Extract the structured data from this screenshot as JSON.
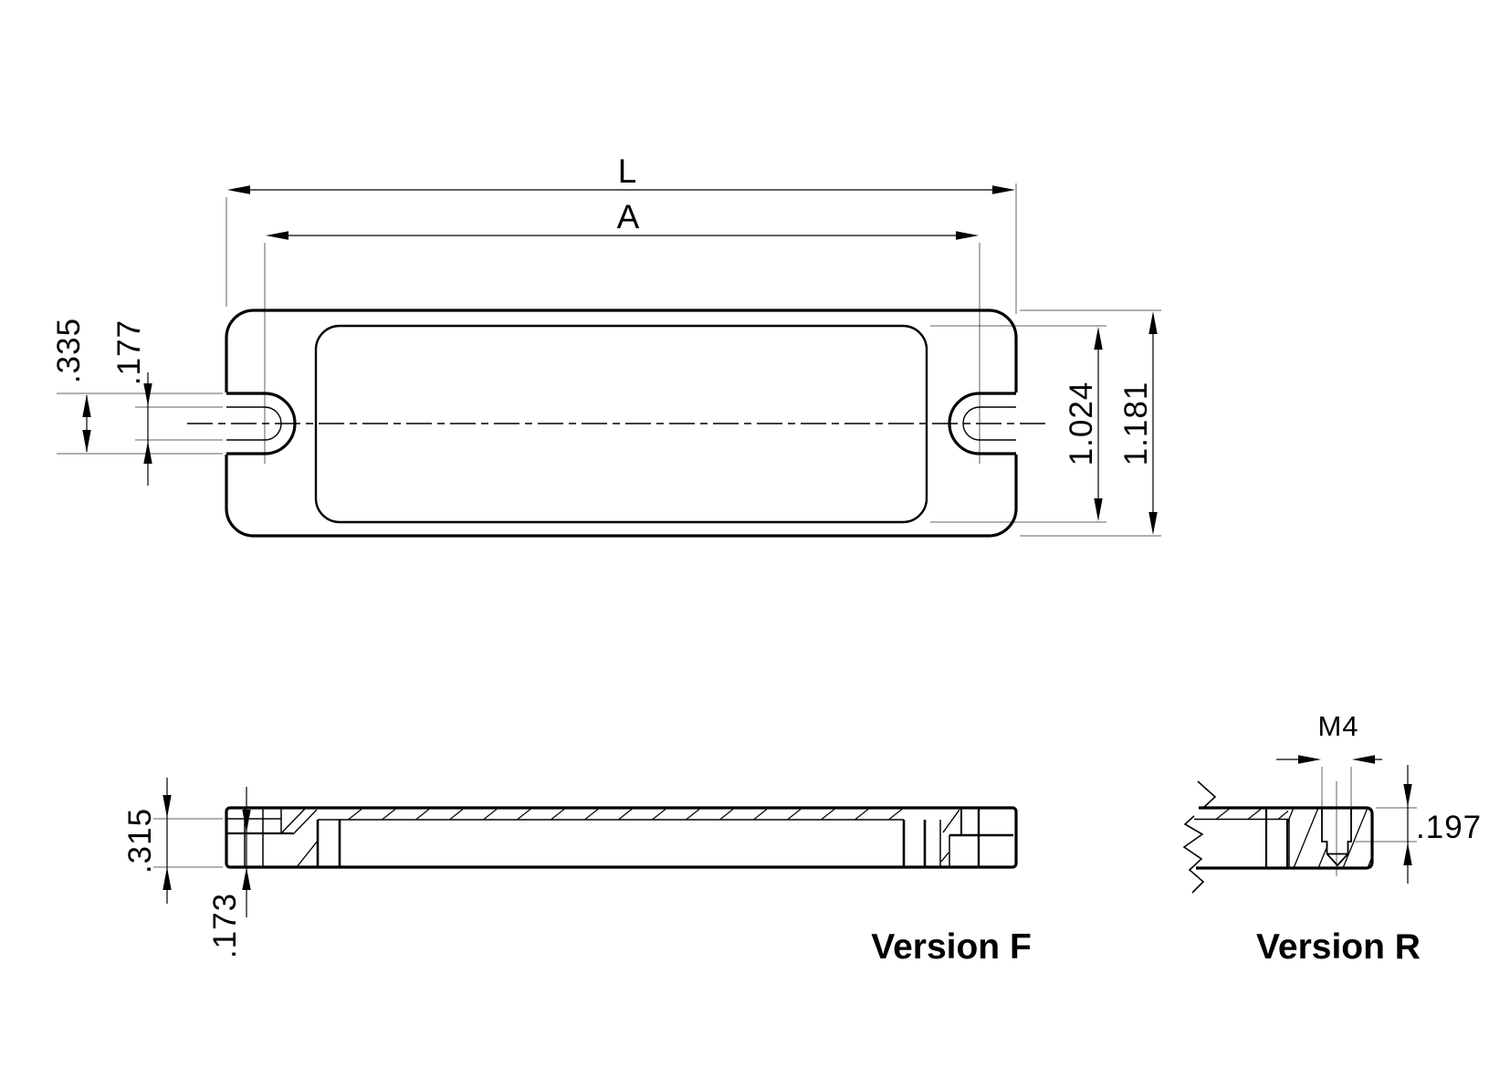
{
  "top_view": {
    "length_label": "L",
    "hole_spacing_label": "A",
    "slot_outer_width": ".335",
    "slot_inner_width": ".177",
    "inner_height": "1.024",
    "outer_height": "1.181"
  },
  "side_view": {
    "thickness": ".315",
    "recess_depth": ".173",
    "caption": "Version F"
  },
  "detail_view": {
    "thread_size": "M4",
    "thread_depth": ".197",
    "caption": "Version R"
  },
  "colors": {
    "line": "#000000",
    "background": "#ffffff"
  }
}
